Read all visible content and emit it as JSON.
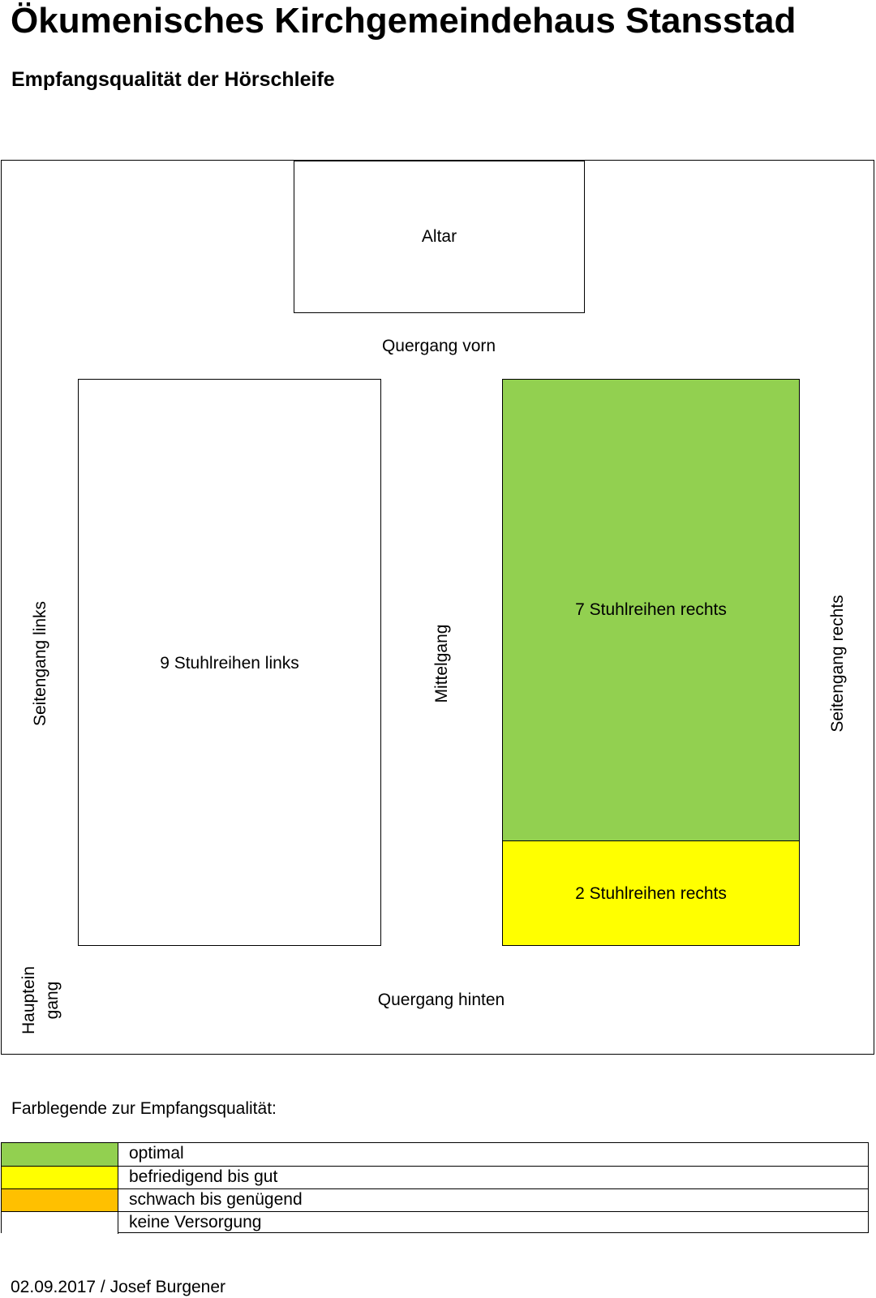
{
  "title": "Ökumenisches Kirchgemeindehaus Stansstad",
  "subtitle": "Empfangsqualität der Hörschleife",
  "floor_plan": {
    "altar": "Altar",
    "quergang_vorn": "Quergang vorn",
    "seitengang_links": "Seitengang links",
    "stuhlreihen_links": "9 Stuhlreihen links",
    "mittelgang": "Mittelgang",
    "stuhlreihen_rechts_7": "7 Stuhlreihen rechts",
    "stuhlreihen_rechts_2": "2 Stuhlreihen rechts",
    "seitengang_rechts": "Seitengang rechts",
    "haupteingang_line1": "Hauptein",
    "haupteingang_line2": "gang",
    "quergang_hinten": "Quergang hinten",
    "colors": {
      "rechts_7": "#92d050",
      "rechts_2": "#ffff00"
    }
  },
  "legend": {
    "title": "Farblegende zur Empfangsqualität:",
    "items": [
      {
        "label": "optimal",
        "color": "#92d050"
      },
      {
        "label": "befriedigend bis gut",
        "color": "#ffff00"
      },
      {
        "label": "schwach bis genügend",
        "color": "#ffc000"
      },
      {
        "label": "keine Versorgung",
        "color": "#ffffff"
      }
    ]
  },
  "footer": "02.09.2017 / Josef Burgener"
}
